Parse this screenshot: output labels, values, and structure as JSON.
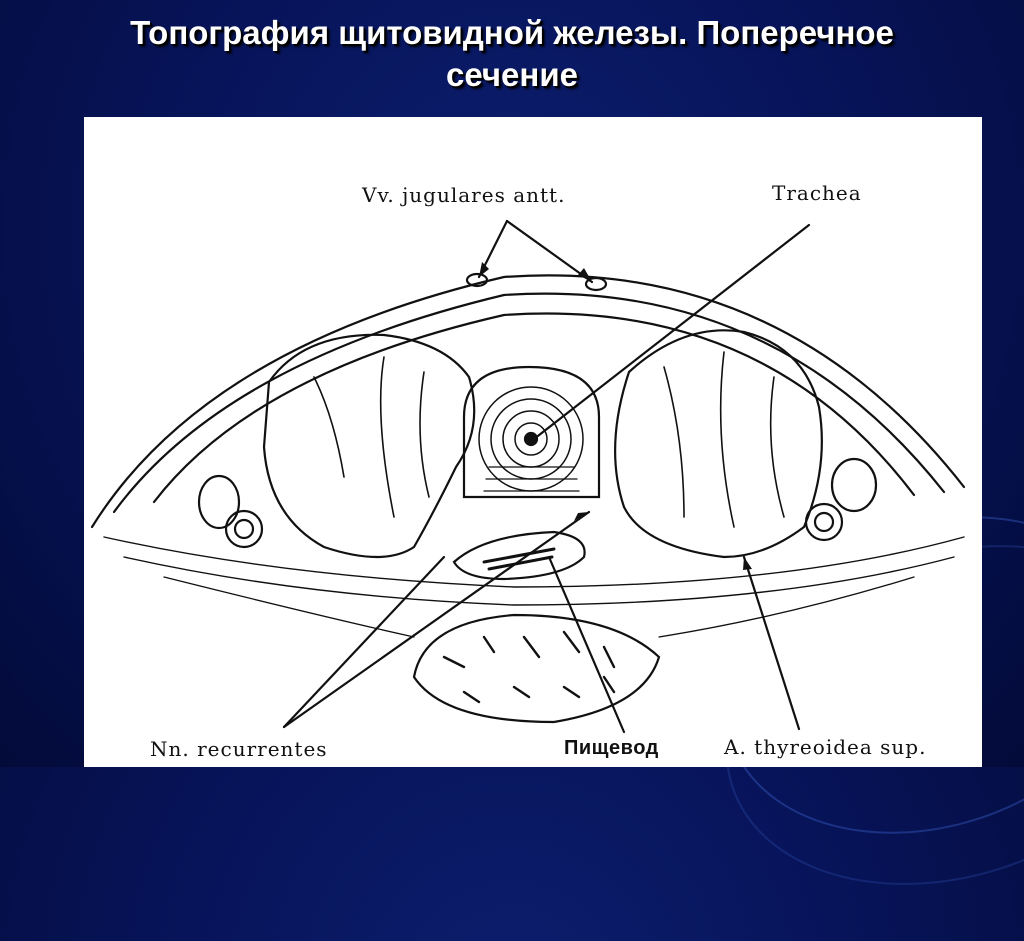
{
  "slide": {
    "title_line1": "Топография щитовидной железы. Поперечное",
    "title_line2": "сечение"
  },
  "figure": {
    "labels": {
      "jugular_veins": "Vv. jugulares antt.",
      "trachea": "Trachea",
      "recurrent_nerves": "Nn. recurrentes",
      "esophagus": "Пищевод",
      "thyroid_artery": "A. thyreoidea sup."
    }
  },
  "colors": {
    "background": "#07145a",
    "title_text": "#ffffff",
    "figure_background": "#ffffff",
    "ink": "#111111"
  }
}
